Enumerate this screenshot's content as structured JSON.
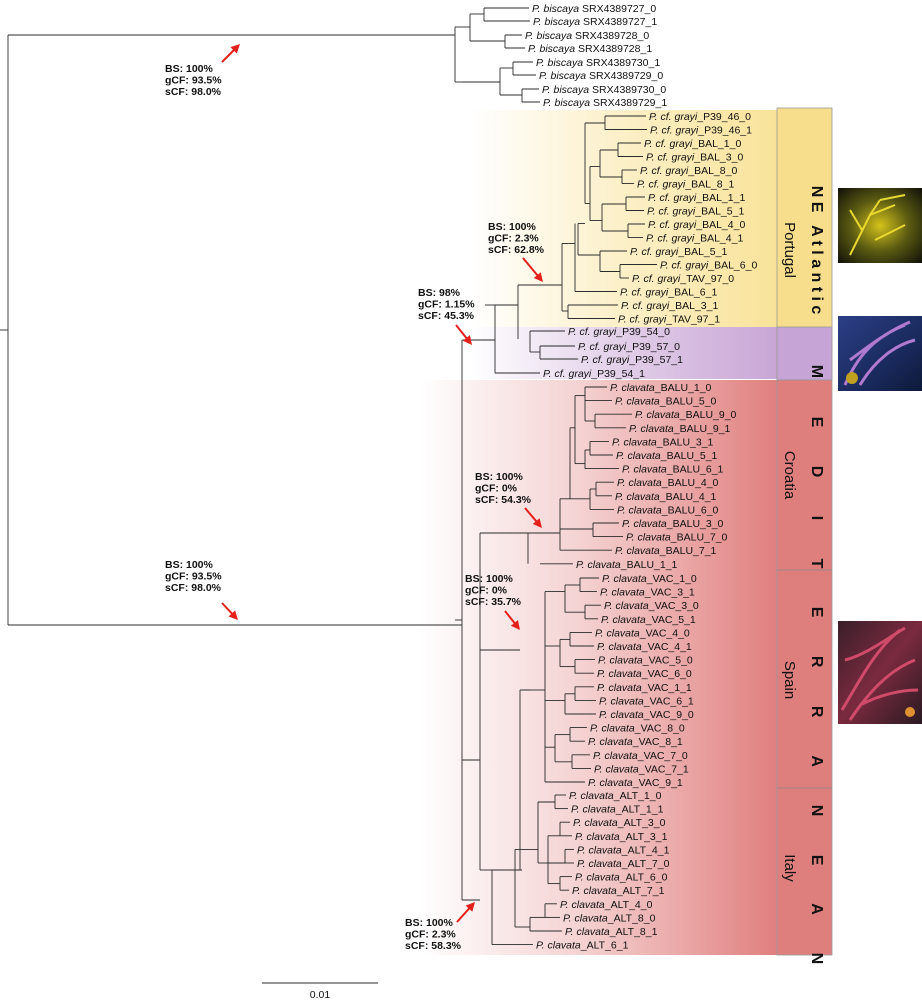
{
  "tree": {
    "outgroup": [
      "SRX4389727_0",
      "SRX4389727_1",
      "SRX4389728_0",
      "SRX4389728_1",
      "SRX4389730_1",
      "SRX4389729_0",
      "SRX4389730_0",
      "SRX4389729_1"
    ],
    "portugal": [
      "P39_46_0",
      "P39_46_1",
      "BAL_1_0",
      "BAL_3_0",
      "BAL_8_0",
      "BAL_8_1",
      "BAL_1_1",
      "BAL_5_1",
      "BAL_4_0",
      "BAL_4_1",
      "BAL_5_1",
      "BAL_6_0",
      "TAV_97_0",
      "BAL_6_1",
      "BAL_3_1",
      "TAV_97_1"
    ],
    "purple": [
      "P39_54_0",
      "P39_57_0",
      "P39_57_1",
      "P39_54_1"
    ],
    "croatia": [
      "BALU_1_0",
      "BALU_5_0",
      "BALU_9_0",
      "BALU_9_1",
      "BALU_3_1",
      "BALU_5_1",
      "BALU_6_1",
      "BALU_4_0",
      "BALU_4_1",
      "BALU_6_0",
      "BALU_3_0",
      "BALU_7_0",
      "BALU_7_1",
      "BALU_1_1"
    ],
    "spain": [
      "VAC_1_0",
      "VAC_3_1",
      "VAC_3_0",
      "VAC_5_1",
      "VAC_4_0",
      "VAC_4_1",
      "VAC_5_0",
      "VAC_6_0",
      "VAC_1_1",
      "VAC_6_1",
      "VAC_9_0",
      "VAC_8_0",
      "VAC_8_1",
      "VAC_7_0",
      "VAC_7_1",
      "VAC_9_1"
    ],
    "italy": [
      "ALT_1_0",
      "ALT_1_1",
      "ALT_3_0",
      "ALT_3_1",
      "ALT_4_1",
      "ALT_7_0",
      "ALT_6_0",
      "ALT_7_1",
      "ALT_4_0",
      "ALT_8_0",
      "ALT_8_1",
      "ALT_6_1"
    ]
  },
  "species": {
    "outgroup": "P. biscaya",
    "grayi": "P. cf. grayi",
    "clavata": "P. clavata"
  },
  "annotations": [
    {
      "id": "root-top",
      "bs": "BS: 100%",
      "gcf": "gCF: 93.5%",
      "scf": "sCF: 98.0%"
    },
    {
      "id": "root-bottom",
      "bs": "BS: 100%",
      "gcf": "gCF: 93.5%",
      "scf": "sCF: 98.0%"
    },
    {
      "id": "atlantic",
      "bs": "BS: 98%",
      "gcf": "gCF: 1.15%",
      "scf": "sCF: 45.3%"
    },
    {
      "id": "portugal",
      "bs": "BS: 100%",
      "gcf": "gCF: 2.3%",
      "scf": "sCF: 62.8%"
    },
    {
      "id": "croatia",
      "bs": "BS: 100%",
      "gcf": "gCF: 0%",
      "scf": "sCF: 54.3%"
    },
    {
      "id": "spain-italy",
      "bs": "BS: 100%",
      "gcf": "gCF: 0%",
      "scf": "sCF: 35.7%"
    },
    {
      "id": "clavata",
      "bs": "BS: 100%",
      "gcf": "gCF: 2.3%",
      "scf": "sCF: 58.3%"
    }
  ],
  "regions": {
    "ne_atlantic": "N E   A t l a n t i c",
    "mediterranean": "M E D I T E R R A N E A N",
    "portugal": "Portugal",
    "croatia": "Croatia",
    "spain": "Spain",
    "italy": "Italy"
  },
  "scale_bar": "0.01",
  "colors": {
    "portugal": "#f9e39a",
    "purple": "#c9a6d6",
    "mediterranean": "#e07f7e",
    "arrow": "#e3201b",
    "branch": "#2b2b2b"
  },
  "photos": [
    "yellow-gorgonian-photo",
    "purple-gorgonian-photo",
    "red-gorgonian-photo"
  ]
}
